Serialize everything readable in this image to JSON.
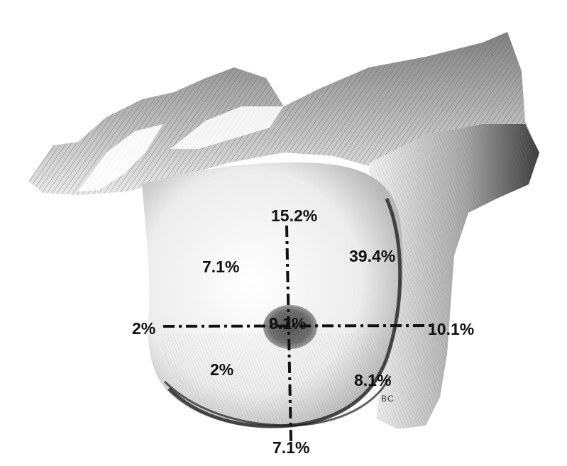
{
  "figure": {
    "quadrant_labels": {
      "upper_center": "15.2%",
      "upper_inner": "7.1%",
      "upper_outer": "39.4%",
      "inner_edge": "2%",
      "central": "9.1%",
      "outer_edge": "10.1%",
      "lower_inner": "2%",
      "lower_outer": "8.1%",
      "lower_center": "7.1%"
    },
    "artist_initials": "BC",
    "colors": {
      "line": "#111111",
      "text": "#111111",
      "areola": "#6e6e6e",
      "shading_dark": "#3a3a3a",
      "shading_mid": "#8a8a8a"
    }
  }
}
